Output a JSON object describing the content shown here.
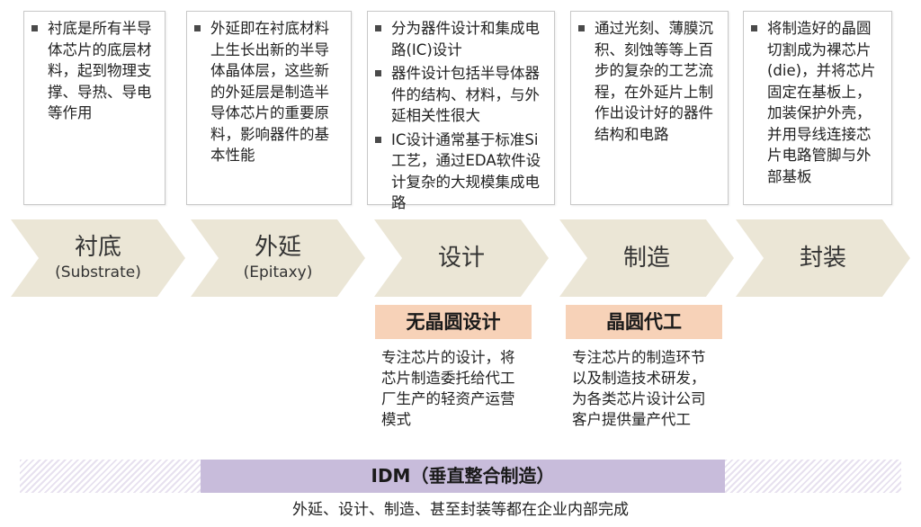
{
  "stages": [
    {
      "name": "衬底",
      "subtitle": "(Substrate)",
      "bullets": [
        "衬底是所有半导体芯片的底层材料，起到物理支撑、导热、导电等作用"
      ]
    },
    {
      "name": "外延",
      "subtitle": "(Epitaxy)",
      "bullets": [
        "外延即在衬底材料上生长出新的半导体晶体层，这些新的外延层是制造半导体芯片的重要原料，影响器件的基本性能"
      ]
    },
    {
      "name": "设计",
      "subtitle": "",
      "bullets": [
        "分为器件设计和集成电路(IC)设计",
        "器件设计包括半导体器件的结构、材料，与外延相关性很大",
        "IC设计通常基于标准Si工艺，通过EDA软件设计复杂的大规模集成电路"
      ]
    },
    {
      "name": "制造",
      "subtitle": "",
      "bullets": [
        "通过光刻、薄膜沉积、刻蚀等等上百步的复杂的工艺流程，在外延片上制作出设计好的器件结构和电路"
      ]
    },
    {
      "name": "封装",
      "subtitle": "",
      "bullets": [
        "将制造好的晶圆切割成为裸芯片(die)，并将芯片固定在基板上，加装保护外壳，并用导线连接芯片电路管脚与外部基板"
      ]
    }
  ],
  "models": {
    "fabless": {
      "label": "无晶圆设计",
      "desc": "专注芯片的设计，将芯片制造委托给代工厂生产的轻资产运营模式"
    },
    "foundry": {
      "label": "晶圆代工",
      "desc": "专注芯片的制造环节以及制造技术研发，为各类芯片设计公司客户提供量产代工"
    },
    "idm": {
      "label": "IDM（垂直整合制造）",
      "desc": "外延、设计、制造、甚至封装等都在企业内部完成"
    }
  },
  "colors": {
    "chevron_fill": "#ebe6d6",
    "model_label_fill": "#f7d2b8",
    "idm_fill": "#c8bcdb",
    "idm_hatch": "#e7e1ef",
    "box_border": "#c8c8c8"
  }
}
